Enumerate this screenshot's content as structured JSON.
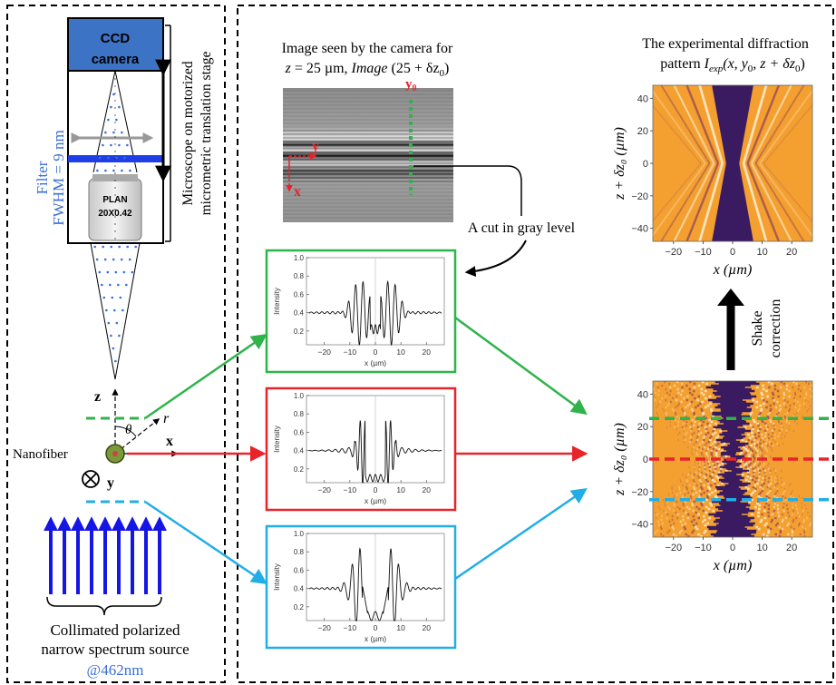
{
  "colors": {
    "green": "#2fb34a",
    "red": "#e8232a",
    "cyan": "#21aee6",
    "blue": "#1515e6",
    "ccd": "#3d73c4",
    "filter_text": "#3a6fd8",
    "orange": "#f4a030",
    "purple": "#3a1a60"
  },
  "left": {
    "ccd_line1": "CCD",
    "ccd_line2": "camera",
    "filter_label": "Filter",
    "fwhm_label": "FWHM = 9 nm",
    "lens_line1": "PLAN",
    "lens_line2": "20X0.42",
    "stage_line1": "Microscope on motorized",
    "stage_line2": "micrometric translation stage",
    "axis_z": "z",
    "axis_x": "x",
    "axis_y": "y",
    "theta": "θ",
    "r": "r",
    "nanofiber": "Nanofiber",
    "source_line1": "Collimated polarized",
    "source_line2": "narrow spectrum source",
    "source_line3": "@462nm"
  },
  "camera": {
    "caption_line1": "Image seen by the camera for",
    "caption_line2a": "z",
    "caption_line2b": " = 25 µm, ",
    "caption_line2c": "Image",
    "caption_line2d": " (25 + δz",
    "caption_line2e": "0",
    "caption_line2f": ")",
    "y0_label": "y",
    "y0_sub": "0",
    "y_axis": "y",
    "x_axis": "x",
    "cut_label": "A cut in gray level"
  },
  "plots": {
    "ylabel": "Intensity",
    "xlabel": "x (µm)",
    "yticks": [
      "1.0",
      "0.8",
      "0.6",
      "0.4",
      "0.2"
    ],
    "xticks": [
      "−20",
      "−10",
      "0",
      "10",
      "20"
    ]
  },
  "right": {
    "title_line1": "The experimental diffraction",
    "title_line2a": "pattern ",
    "title_line2b": "I",
    "title_line2c": "exp",
    "title_line2d": "(x, y",
    "title_line2e": "0",
    "title_line2f": ", z + δz",
    "title_line2g": "0",
    "title_line2h": ")",
    "ylabel": "z + δz₀ (µm)",
    "xlabel": "x (µm)",
    "yticks": [
      "40",
      "20",
      "0",
      "−20",
      "−40"
    ],
    "xticks": [
      "−20",
      "−10",
      "0",
      "10",
      "20"
    ],
    "shake_line1": "Shake",
    "shake_line2": "correction"
  },
  "chart_data": [
    {
      "type": "line",
      "name_ref": "green-cut",
      "xlabel": "x (µm)",
      "ylabel": "Intensity",
      "xlim": [
        -27,
        27
      ],
      "ylim": [
        0.05,
        1.0
      ],
      "profile": "z25"
    },
    {
      "type": "line",
      "name_ref": "red-cut",
      "xlabel": "x (µm)",
      "ylabel": "Intensity",
      "xlim": [
        -27,
        27
      ],
      "ylim": [
        0.05,
        1.0
      ],
      "profile": "z0"
    },
    {
      "type": "line",
      "name_ref": "cyan-cut",
      "xlabel": "x (µm)",
      "ylabel": "Intensity",
      "xlim": [
        -27,
        27
      ],
      "ylim": [
        0.05,
        1.0
      ],
      "profile": "zm25"
    },
    {
      "type": "heatmap",
      "name_ref": "corrected",
      "xlabel": "x (µm)",
      "ylabel": "z + δz₀ (µm)",
      "xlim": [
        -27,
        27
      ],
      "ylim": [
        -48,
        48
      ]
    },
    {
      "type": "heatmap",
      "name_ref": "raw",
      "xlabel": "x (µm)",
      "ylabel": "z + δz₀ (µm)",
      "xlim": [
        -27,
        27
      ],
      "ylim": [
        -48,
        48
      ],
      "cut_lines": [
        25,
        0,
        -25
      ]
    }
  ]
}
